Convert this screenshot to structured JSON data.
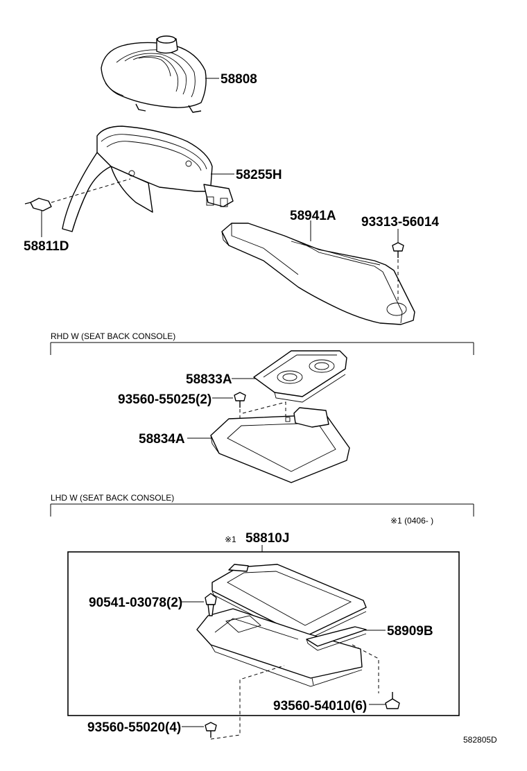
{
  "parts": {
    "p58808": "58808",
    "p58255H": "58255H",
    "p58811D": "58811D",
    "p58941A": "58941A",
    "p93313": "93313-56014",
    "p58833A": "58833A",
    "p93560_55025": "93560-55025(2)",
    "p58834A": "58834A",
    "p58810J": "58810J",
    "p90541": "90541-03078(2)",
    "p58909B": "58909B",
    "p93560_54010": "93560-54010(6)",
    "p93560_55020": "93560-55020(4)"
  },
  "sections": {
    "rhd": "RHD W (SEAT BACK CONSOLE)",
    "lhd": "LHD W (SEAT BACK CONSOLE)"
  },
  "notes": {
    "mark_58810J": "※1",
    "range_note": "※1 (0406-     )"
  },
  "diagram_ref": "582805D"
}
